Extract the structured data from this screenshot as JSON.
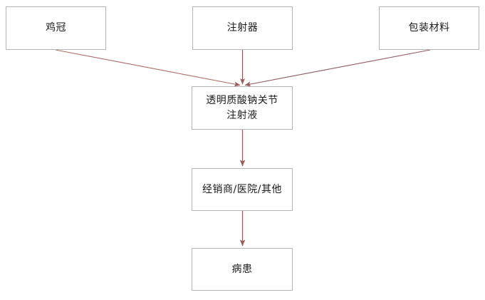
{
  "diagram": {
    "type": "flowchart",
    "title": "",
    "background_color": "#ffffff",
    "node_border_color": "#b5b5b5",
    "node_fill_color": "#ffffff",
    "edge_color": "#9e5a5a",
    "text_color": "#1a1a1a",
    "nodes": [
      {
        "id": "chicken-comb",
        "label": "鸡冠"
      },
      {
        "id": "syringe",
        "label": "注射器"
      },
      {
        "id": "packaging",
        "label": "包装材料"
      },
      {
        "id": "product",
        "label": "透明质酸钠关节\n注射液"
      },
      {
        "id": "distributor",
        "label": "经销商/医院/其他"
      },
      {
        "id": "patient",
        "label": "病患"
      }
    ],
    "edges": [
      {
        "id": "edge-comb-to-product",
        "from": "鸡冠",
        "to": "透明质酸钠关节注射液",
        "label": ""
      },
      {
        "id": "edge-syringe-to-product",
        "from": "注射器",
        "to": "透明质酸钠关节注射液",
        "label": ""
      },
      {
        "id": "edge-packaging-to-product",
        "from": "包装材料",
        "to": "透明质酸钠关节注射液",
        "label": ""
      },
      {
        "id": "edge-product-to-distributor",
        "from": "透明质酸钠关节注射液",
        "to": "经销商/医院/其他",
        "label": ""
      },
      {
        "id": "edge-distributor-to-patient",
        "from": "经销商/医院/其他",
        "to": "病患",
        "label": ""
      }
    ]
  }
}
